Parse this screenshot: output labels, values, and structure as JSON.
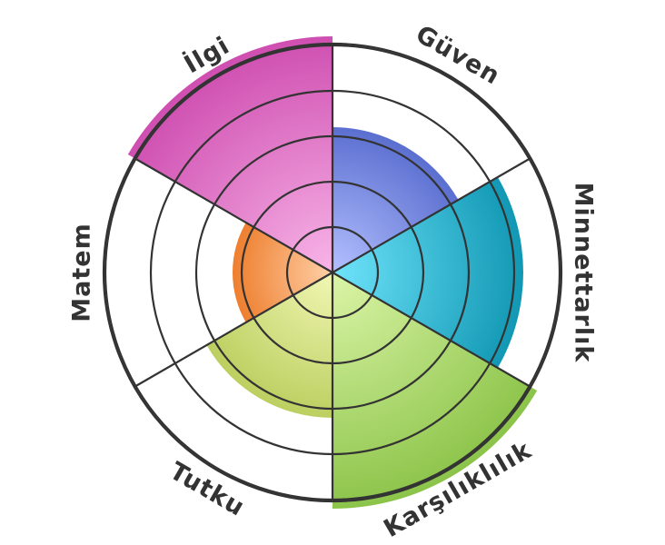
{
  "chart_data": {
    "type": "radial-bar",
    "ring_count": 6,
    "segments": [
      {
        "label": "Güven",
        "value": 3,
        "color": "#5b6fd0",
        "light": "#b4c0ff"
      },
      {
        "label": "Minnettarlık",
        "value": 4,
        "color": "#1298b4",
        "light": "#6fe4fb"
      },
      {
        "label": "Karşılıklılık",
        "value": 5,
        "color": "#8cc44a",
        "light": "#dcf5a8"
      },
      {
        "label": "Tutku",
        "value": 3,
        "color": "#bccf60",
        "light": "#f1f7b4"
      },
      {
        "label": "Matem",
        "value": 2,
        "color": "#ee7f2f",
        "light": "#ffd0a8"
      },
      {
        "label": "İlgi",
        "value": 5,
        "color": "#cf4fb1",
        "light": "#f8b5e8"
      }
    ]
  }
}
